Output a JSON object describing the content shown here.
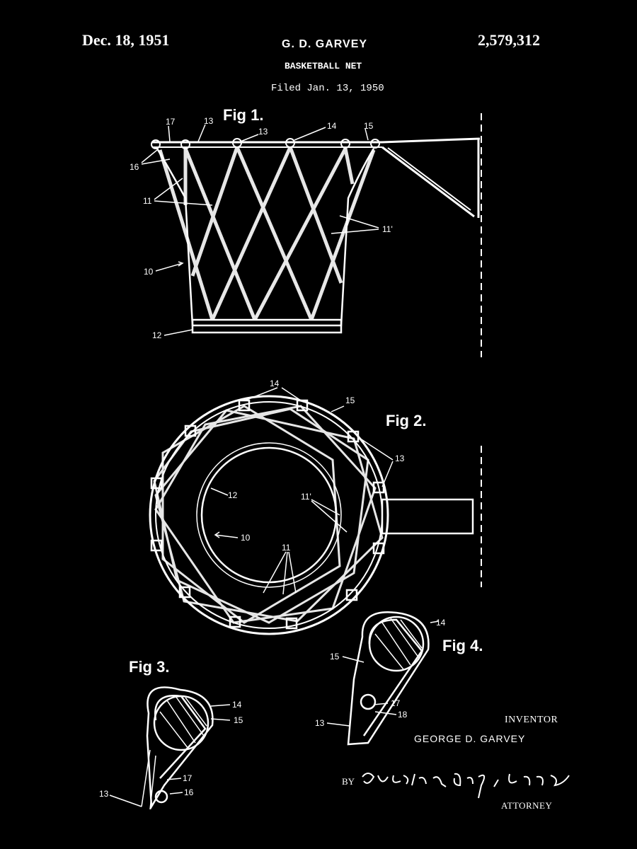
{
  "header": {
    "date": "Dec. 18, 1951",
    "inventor_header": "G. D. GARVEY",
    "patent_number": "2,579,312",
    "title": "BASKETBALL NET",
    "filed": "Filed Jan. 13, 1950"
  },
  "figures": {
    "fig1": "Fig 1.",
    "fig2": "Fig 2.",
    "fig3": "Fig 3.",
    "fig4": "Fig 4."
  },
  "refs": {
    "r10": "10",
    "r11": "11",
    "r11p": "11'",
    "r12": "12",
    "r13": "13",
    "r14": "14",
    "r15": "15",
    "r16": "16",
    "r17": "17",
    "r18": "18"
  },
  "footer": {
    "inventor_label": "INVENTOR",
    "inventor_name": "GEORGE D. GARVEY",
    "by_label": "BY",
    "attorney_label": "ATTORNEY"
  },
  "signature": "Cushman, Darby & Cushman",
  "colors": {
    "background": "#000000",
    "ink": "#ffffff"
  }
}
